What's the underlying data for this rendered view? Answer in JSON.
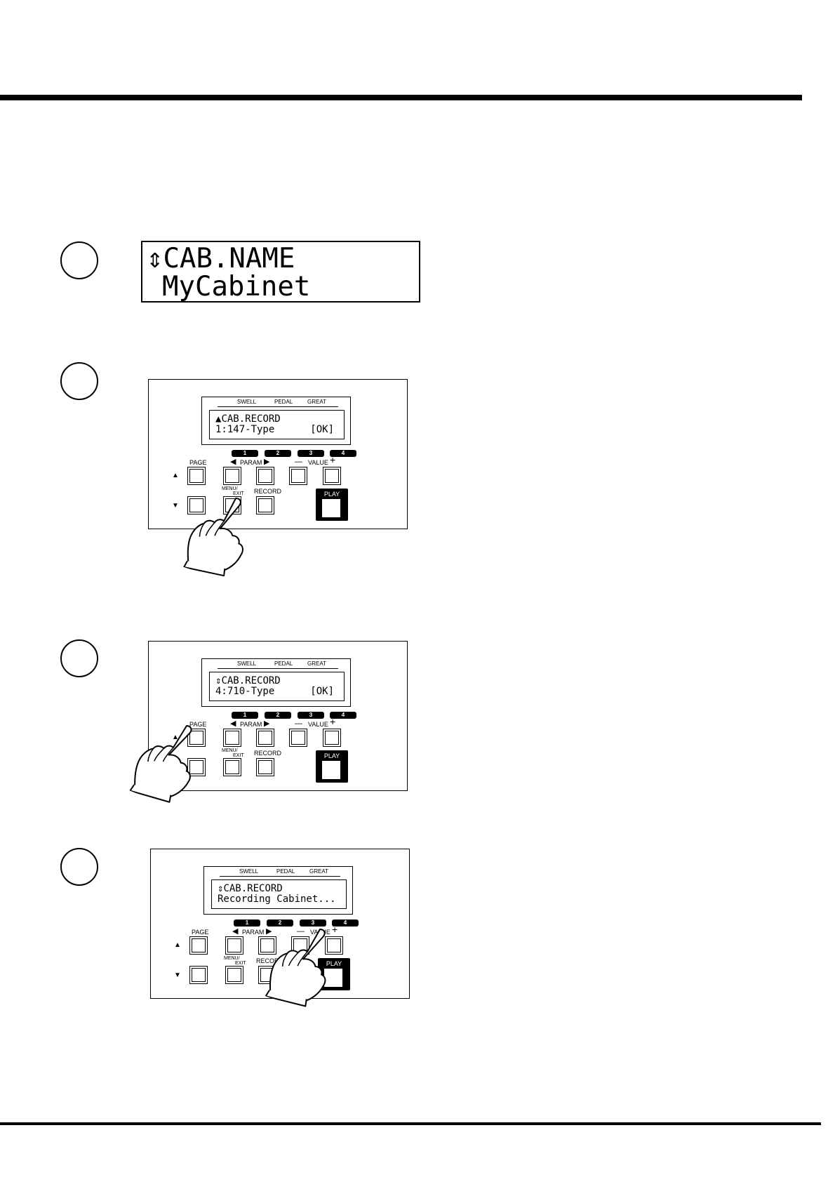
{
  "big_display": {
    "line1": "CAB.NAME",
    "line2": "MyCabinet_"
  },
  "panel_labels": {
    "swell": "SWELL",
    "pedal": "PEDAL",
    "great": "GREAT",
    "num1": "1",
    "num2": "2",
    "num3": "3",
    "num4": "4",
    "page": "PAGE",
    "param": "PARAM",
    "value": "VALUE",
    "minus": "—",
    "plus": "+",
    "menu": "MENU/",
    "exit": "EXIT",
    "record": "RECORD",
    "play": "PLAY"
  },
  "panels": [
    {
      "line1": "CAB.RECORD",
      "line2": "1:147-Type",
      "ok": "[OK]"
    },
    {
      "line1": "CAB.RECORD",
      "line2": "4:710-Type",
      "ok": "[OK]"
    },
    {
      "line1": "CAB.RECORD",
      "line2": "Recording Cabinet...",
      "ok": ""
    }
  ]
}
